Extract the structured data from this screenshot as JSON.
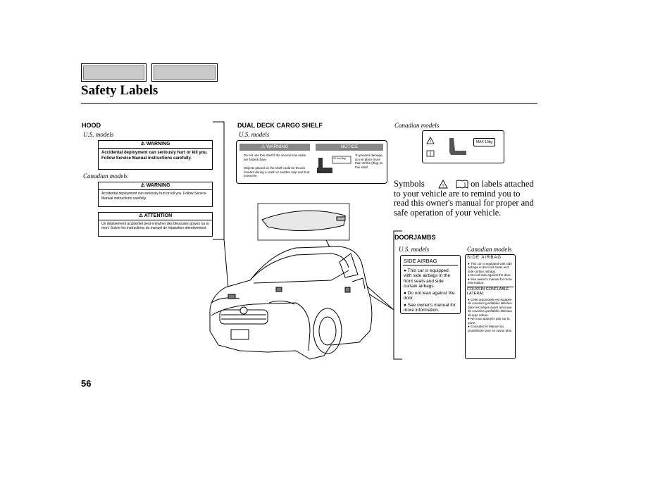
{
  "nav": {
    "tab1": "",
    "tab2": ""
  },
  "page": {
    "title": "Safety Labels",
    "page_number": "56"
  },
  "hood": {
    "heading": "HOOD",
    "us_models": "U.S. models",
    "canadian_models": "Canadian models",
    "us_label": {
      "title": "WARNING",
      "text": "Accidental deployment can seriously hurt or kill you. Follow Service Manual instructions carefully."
    },
    "ca_warning": {
      "title": "WARNING",
      "text": "Accidental deployment can seriously hurt or kill you. Follow Service Manual instructions carefully."
    },
    "ca_attention": {
      "title": "ATTENTION",
      "text": "Un déploiement accidentel peut entraîner des blessures graves ou la mort. Suivre les instructions du manuel de réparation attentivement."
    }
  },
  "cargo": {
    "heading": "DUAL DECK CARGO SHELF",
    "us_models": "U.S. models",
    "warning_title": "WARNING",
    "warning_text_1": "Do not use this shelf if the second row seats are folded down.",
    "warning_text_2": "Objects placed on the shelf could be thrown forward during a crash or sudden stop and hurt someone.",
    "notice_title": "NOTICE",
    "notice_text": "To prevent damage, do not place more than 20 lbs (9kg) on this shelf.",
    "notice_tag": "20 lbs (9kg)"
  },
  "canadian_top": {
    "caption": "Canadian models",
    "max_label": "MAX 10kg"
  },
  "symbols_paragraph": {
    "lead": "Symbols",
    "rest": "on labels attached to your vehicle are to remind you to read this owner's manual for proper and safe operation of your vehicle."
  },
  "doorjambs": {
    "heading": "DOORJAMBS",
    "us_models": "U.S. models",
    "canadian_models": "Canadian models",
    "us_label": {
      "title": "SIDE AIRBAG",
      "b1": "This car is equipped with side airbags in the front seats and side curtain airbags.",
      "b2": "Do not lean against the door.",
      "b3": "See owner's manual for more information."
    },
    "ca_label": {
      "title": "SIDE AIRBAG",
      "b1": "This car is equipped with side airbags in the front seats and side curtain airbags.",
      "b2": "Do not lean against the door.",
      "b3": "See owner's manual for more information.",
      "title_fr": "COUSSIN GONFLABLE LATERAL",
      "f1": "Cette automobile est équipée de coussins gonflables latéraux dans les sièges avant ainsi que de coussins gonflables latéraux de type rideau.",
      "f2": "Ne vous appuyez pas sur la porte.",
      "f3": "Consultez le Manuel du propriétaire pour en savoir plus."
    }
  }
}
